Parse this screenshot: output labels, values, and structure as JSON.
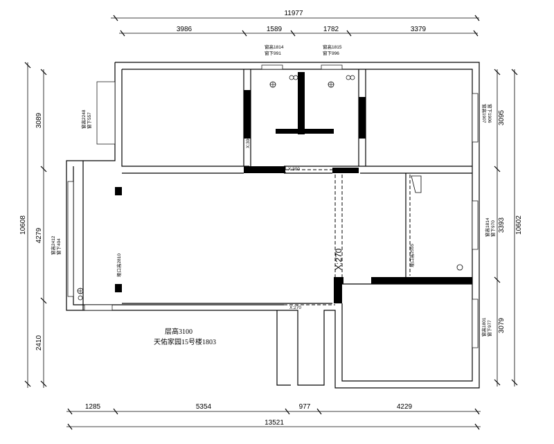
{
  "top_dims": {
    "overall": "11977",
    "segments": [
      "3986",
      "1589",
      "1782",
      "3379"
    ]
  },
  "bottom_dims": {
    "overall": "13521",
    "segments": [
      "1285",
      "5354",
      "977",
      "4229"
    ]
  },
  "left_dims": {
    "overall": "10608",
    "segments": [
      "3089",
      "4279",
      "2410"
    ]
  },
  "right_dims": {
    "overall": "10602",
    "segments": [
      "3095",
      "3393",
      "3079"
    ]
  },
  "windows": {
    "top_left": {
      "h": "窗高1814",
      "s": "窗下991"
    },
    "top_right": {
      "h": "窗高1815",
      "s": "窗下996"
    },
    "left_upper": {
      "h": "窗高2248",
      "s": "窗下557"
    },
    "left_lower": {
      "h": "窗高2412",
      "s": "窗下404"
    },
    "right_upper": {
      "h": "窗高1907",
      "s": "窗下1906"
    },
    "right_middle": {
      "h": "窗高1814",
      "s": "窗下970"
    },
    "right_lower": {
      "h": "窗高1801",
      "s": "窗下977"
    }
  },
  "openings": {
    "x300_v": "X:300",
    "x300_h": "X:300",
    "x270_v": "X:270",
    "x270_h": "X:270",
    "door_left": "垭口高2810",
    "door_right": "垭口高2555"
  },
  "info": {
    "floor_height": "层高3100",
    "address": "天佑家园15号楼1803"
  }
}
